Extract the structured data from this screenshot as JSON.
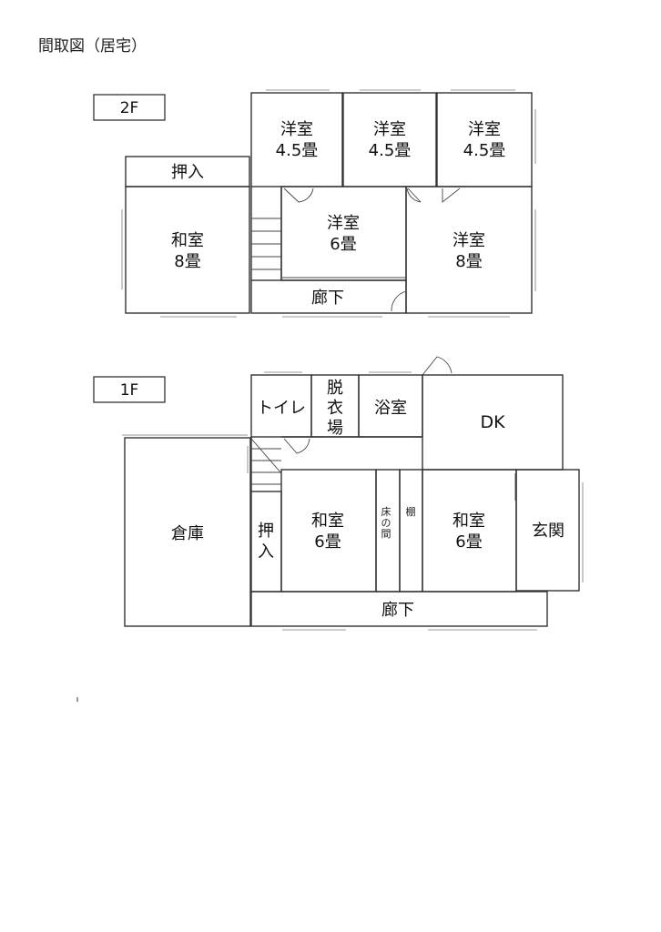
{
  "title": "間取図（居宅）",
  "floors": [
    {
      "label": "2F",
      "rooms": [
        {
          "id": "2f-yoshitsu-a",
          "name": "洋室",
          "size": "4.5畳"
        },
        {
          "id": "2f-yoshitsu-b",
          "name": "洋室",
          "size": "4.5畳"
        },
        {
          "id": "2f-yoshitsu-c",
          "name": "洋室",
          "size": "4.5畳"
        },
        {
          "id": "2f-oshiire",
          "name": "押入",
          "size": ""
        },
        {
          "id": "2f-washitsu",
          "name": "和室",
          "size": "8畳"
        },
        {
          "id": "2f-yoshitsu-6",
          "name": "洋室",
          "size": "6畳"
        },
        {
          "id": "2f-yoshitsu-8",
          "name": "洋室",
          "size": "8畳"
        },
        {
          "id": "2f-rouka",
          "name": "廊下",
          "size": ""
        }
      ]
    },
    {
      "label": "1F",
      "rooms": [
        {
          "id": "1f-toilet",
          "name": "トイレ",
          "size": ""
        },
        {
          "id": "1f-datsuijo",
          "name": "脱衣場",
          "size": ""
        },
        {
          "id": "1f-yokushitsu",
          "name": "浴室",
          "size": ""
        },
        {
          "id": "1f-dk",
          "name": "DK",
          "size": ""
        },
        {
          "id": "1f-souko",
          "name": "倉庫",
          "size": ""
        },
        {
          "id": "1f-oshiire",
          "name": "押入",
          "size": ""
        },
        {
          "id": "1f-washitsu-a",
          "name": "和室",
          "size": "6畳"
        },
        {
          "id": "1f-washitsu-b",
          "name": "和室",
          "size": "6畳"
        },
        {
          "id": "1f-genkan",
          "name": "玄関",
          "size": ""
        },
        {
          "id": "1f-rouka",
          "name": "廊下",
          "size": ""
        },
        {
          "id": "1f-tokonoma",
          "name": "床の間",
          "size": ""
        },
        {
          "id": "1f-tana",
          "name": "棚",
          "size": ""
        }
      ]
    }
  ]
}
